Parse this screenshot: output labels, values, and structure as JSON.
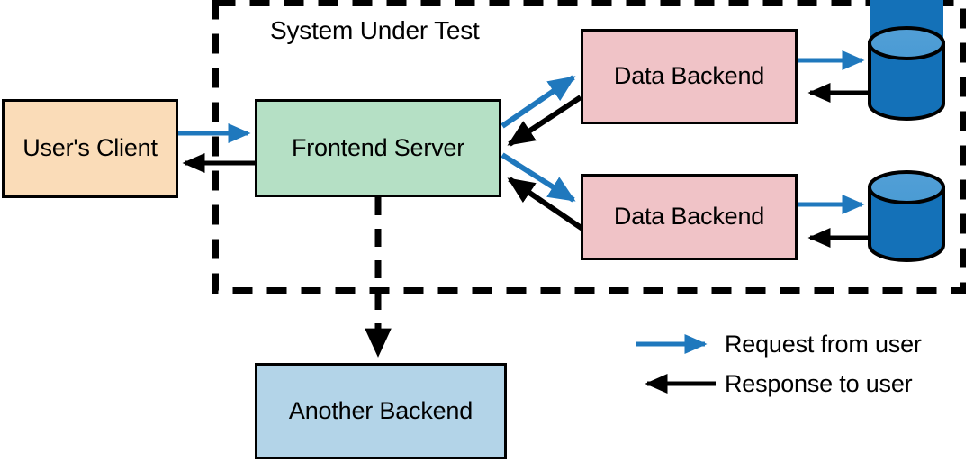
{
  "diagram": {
    "title": "System Under Test",
    "boundary": {
      "label": "System Under Test",
      "style": "dashed",
      "color": "#000000"
    },
    "nodes": [
      {
        "id": "users-client",
        "label": "User's Client",
        "fill": "#fadcb8",
        "stroke": "#000000",
        "inside_sut": false
      },
      {
        "id": "frontend-server",
        "label": "Frontend Server",
        "fill": "#b5e0c5",
        "stroke": "#000000",
        "inside_sut": true
      },
      {
        "id": "data-backend-1",
        "label": "Data Backend",
        "fill": "#f0c3c7",
        "stroke": "#000000",
        "inside_sut": true
      },
      {
        "id": "data-backend-2",
        "label": "Data Backend",
        "fill": "#f0c3c7",
        "stroke": "#000000",
        "inside_sut": true
      },
      {
        "id": "another-backend",
        "label": "Another Backend",
        "fill": "#b3d4e8",
        "stroke": "#000000",
        "inside_sut": false
      },
      {
        "id": "database-1",
        "label": "",
        "shape": "cylinder",
        "fill": "#1471b8",
        "fill_top": "#4a9bd4",
        "stroke": "#000000",
        "inside_sut": true
      },
      {
        "id": "database-2",
        "label": "",
        "shape": "cylinder",
        "fill": "#1471b8",
        "fill_top": "#4a9bd4",
        "stroke": "#000000",
        "inside_sut": true
      }
    ],
    "edges": [
      {
        "from": "users-client",
        "to": "frontend-server",
        "kind": "request",
        "color": "#1f78bd"
      },
      {
        "from": "frontend-server",
        "to": "users-client",
        "kind": "response",
        "color": "#000000"
      },
      {
        "from": "frontend-server",
        "to": "data-backend-1",
        "kind": "request",
        "color": "#1f78bd"
      },
      {
        "from": "data-backend-1",
        "to": "frontend-server",
        "kind": "response",
        "color": "#000000"
      },
      {
        "from": "frontend-server",
        "to": "data-backend-2",
        "kind": "request",
        "color": "#1f78bd"
      },
      {
        "from": "data-backend-2",
        "to": "frontend-server",
        "kind": "response",
        "color": "#000000"
      },
      {
        "from": "data-backend-1",
        "to": "database-1",
        "kind": "request",
        "color": "#1f78bd"
      },
      {
        "from": "database-1",
        "to": "data-backend-1",
        "kind": "response",
        "color": "#000000"
      },
      {
        "from": "data-backend-2",
        "to": "database-2",
        "kind": "request",
        "color": "#1f78bd"
      },
      {
        "from": "database-2",
        "to": "data-backend-2",
        "kind": "response",
        "color": "#000000"
      },
      {
        "from": "frontend-server",
        "to": "another-backend",
        "kind": "optional",
        "color": "#000000",
        "style": "dashed"
      }
    ]
  },
  "legend": {
    "items": [
      {
        "icon": "arrow-right-icon",
        "label": "Request from user",
        "color": "#1f78bd",
        "direction": "right"
      },
      {
        "icon": "arrow-left-icon",
        "label": "Response to user",
        "color": "#000000",
        "direction": "left"
      }
    ]
  }
}
